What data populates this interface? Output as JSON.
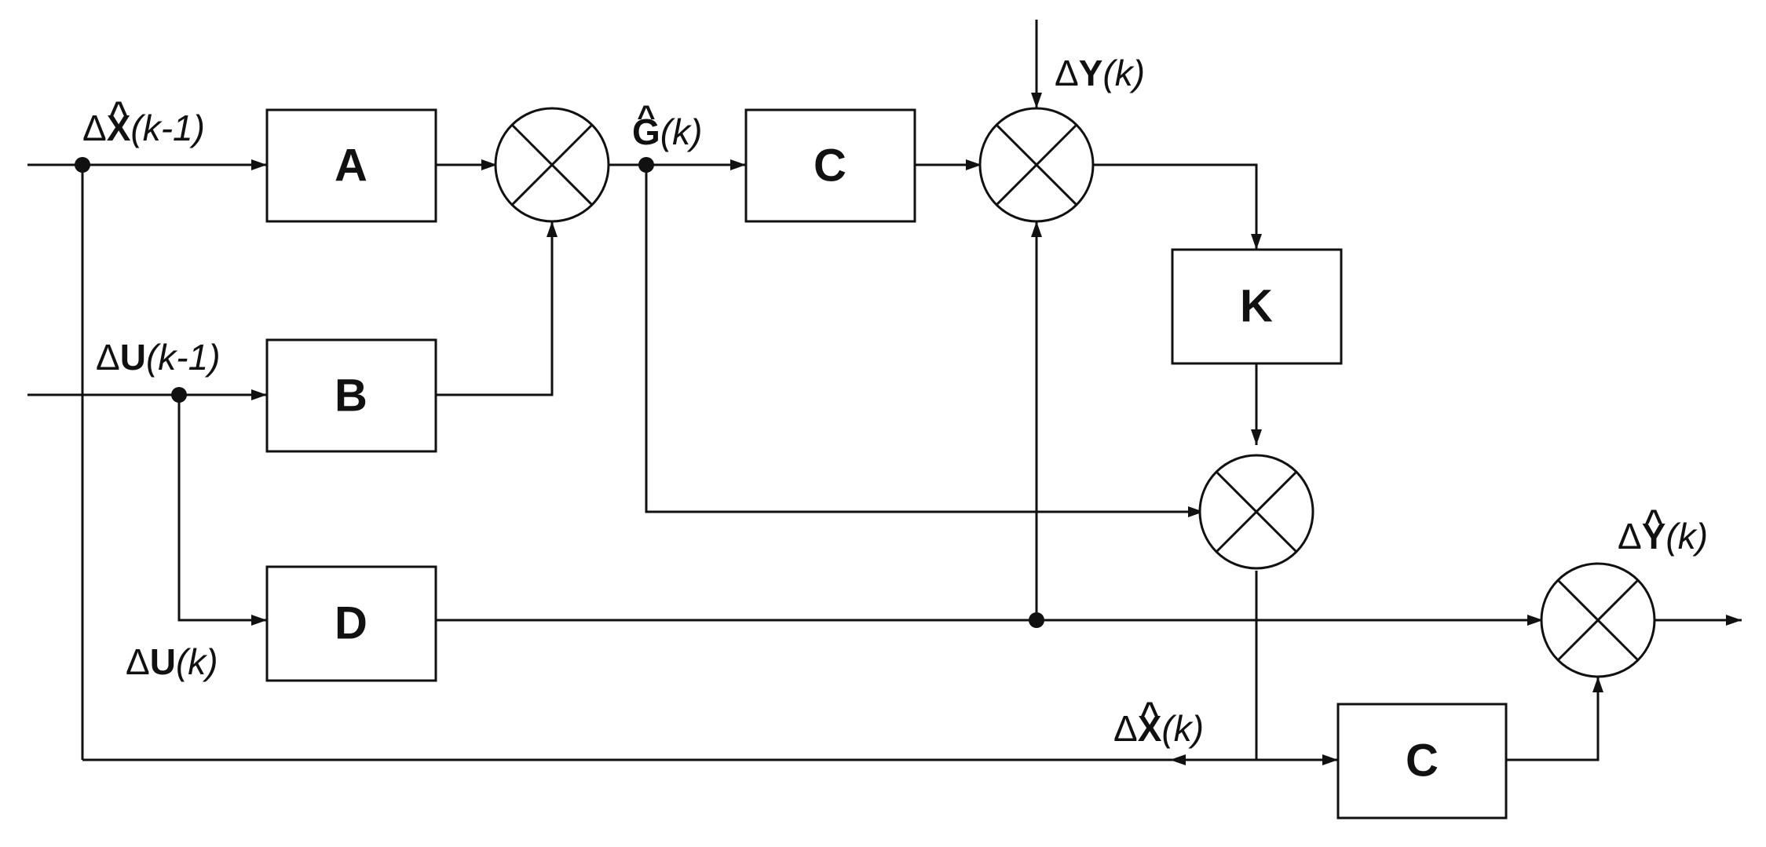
{
  "blocks": {
    "A": "A",
    "B": "B",
    "C_top": "C",
    "K": "K",
    "D": "D",
    "C_bottom": "C"
  },
  "signals": {
    "dx_prev": {
      "delta": "Δ",
      "sym": "X",
      "arg": "(k-1)",
      "hat": "^"
    },
    "du_prev": {
      "delta": "Δ",
      "sym": "U",
      "arg": "(k-1)"
    },
    "du_k": {
      "delta": "Δ",
      "sym": "U",
      "arg": "(k)"
    },
    "g_k": {
      "sym": "G",
      "arg": "(k)",
      "hat": "^"
    },
    "dy_k": {
      "delta": "Δ",
      "sym": "Y",
      "arg": "(k)"
    },
    "dy_hat": {
      "delta": "Δ",
      "sym": "Y",
      "arg": "(k)",
      "hat": "^"
    },
    "dx_k": {
      "delta": "Δ",
      "sym": "X",
      "arg": "(k)",
      "hat": "^"
    }
  }
}
